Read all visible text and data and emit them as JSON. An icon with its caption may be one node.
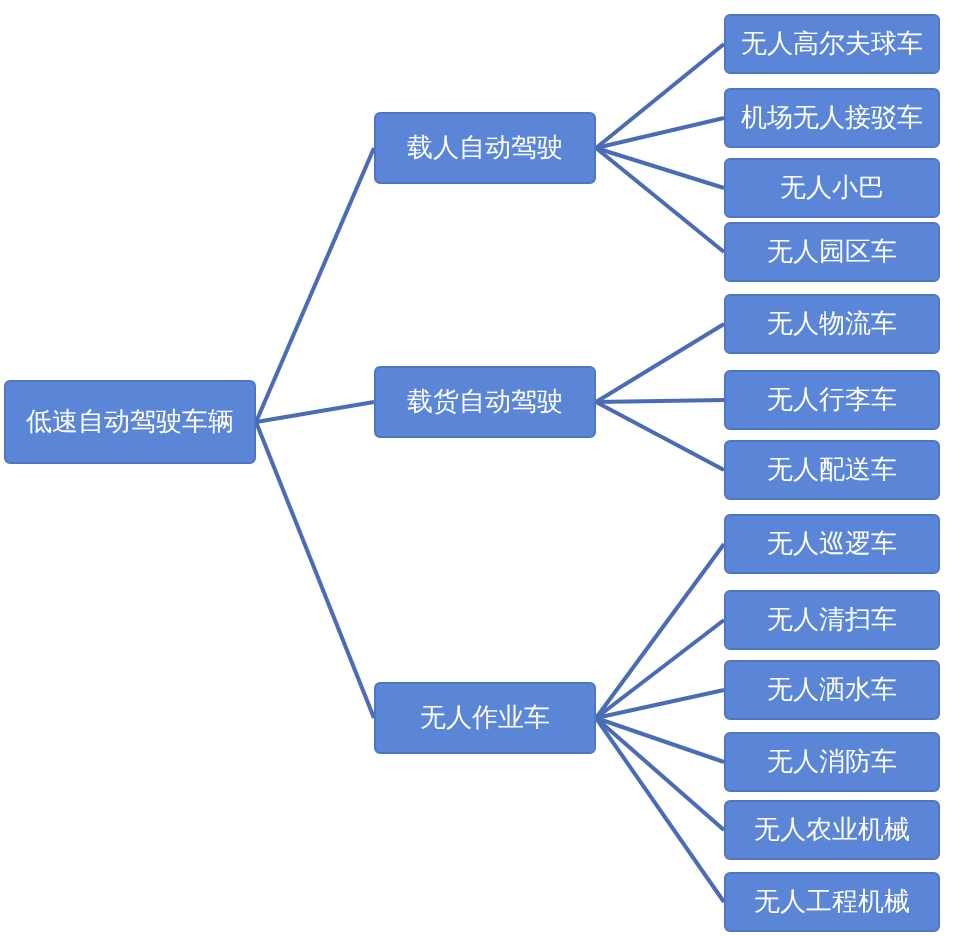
{
  "diagram": {
    "nodes": [
      {
        "text": [
          "低速自动驾驶车辆"
        ]
      },
      {
        "text": [
          "载人自动驾驶"
        ]
      },
      {
        "text": [
          "载货自动驾驶"
        ]
      },
      {
        "text": [
          "无人作业车"
        ]
      },
      {
        "text": [
          "无人高尔夫球车"
        ]
      },
      {
        "text": [
          "机场无人接驳车"
        ]
      },
      {
        "text": [
          "无人小巴"
        ]
      },
      {
        "text": [
          "无人园区车"
        ]
      },
      {
        "text": [
          "无人物流车"
        ]
      },
      {
        "text": [
          "无人行李车"
        ]
      },
      {
        "text": [
          "无人配送车"
        ]
      },
      {
        "text": [
          "无人巡逻车"
        ]
      },
      {
        "text": [
          "无人清扫车"
        ]
      },
      {
        "text": [
          "无人洒水车"
        ]
      },
      {
        "text": [
          "无人消防车"
        ]
      },
      {
        "text": [
          "无人农业机械"
        ]
      },
      {
        "text": [
          "无人工程机械"
        ]
      }
    ],
    "edges": [
      {
        "from": 0,
        "to": 1,
        "arrow": "none"
      },
      {
        "from": 0,
        "to": 2,
        "arrow": "none"
      },
      {
        "from": 0,
        "to": 3,
        "arrow": "none"
      },
      {
        "from": 1,
        "to": 4,
        "arrow": "none"
      },
      {
        "from": 1,
        "to": 5,
        "arrow": "none"
      },
      {
        "from": 1,
        "to": 6,
        "arrow": "none"
      },
      {
        "from": 1,
        "to": 7,
        "arrow": "none"
      },
      {
        "from": 2,
        "to": 8,
        "arrow": "none"
      },
      {
        "from": 2,
        "to": 9,
        "arrow": "none"
      },
      {
        "from": 2,
        "to": 10,
        "arrow": "none"
      },
      {
        "from": 3,
        "to": 11,
        "arrow": "none"
      },
      {
        "from": 3,
        "to": 12,
        "arrow": "none"
      },
      {
        "from": 3,
        "to": 13,
        "arrow": "none"
      },
      {
        "from": 3,
        "to": 14,
        "arrow": "none"
      },
      {
        "from": 3,
        "to": 15,
        "arrow": "none"
      },
      {
        "from": 3,
        "to": 16,
        "arrow": "none"
      }
    ]
  }
}
